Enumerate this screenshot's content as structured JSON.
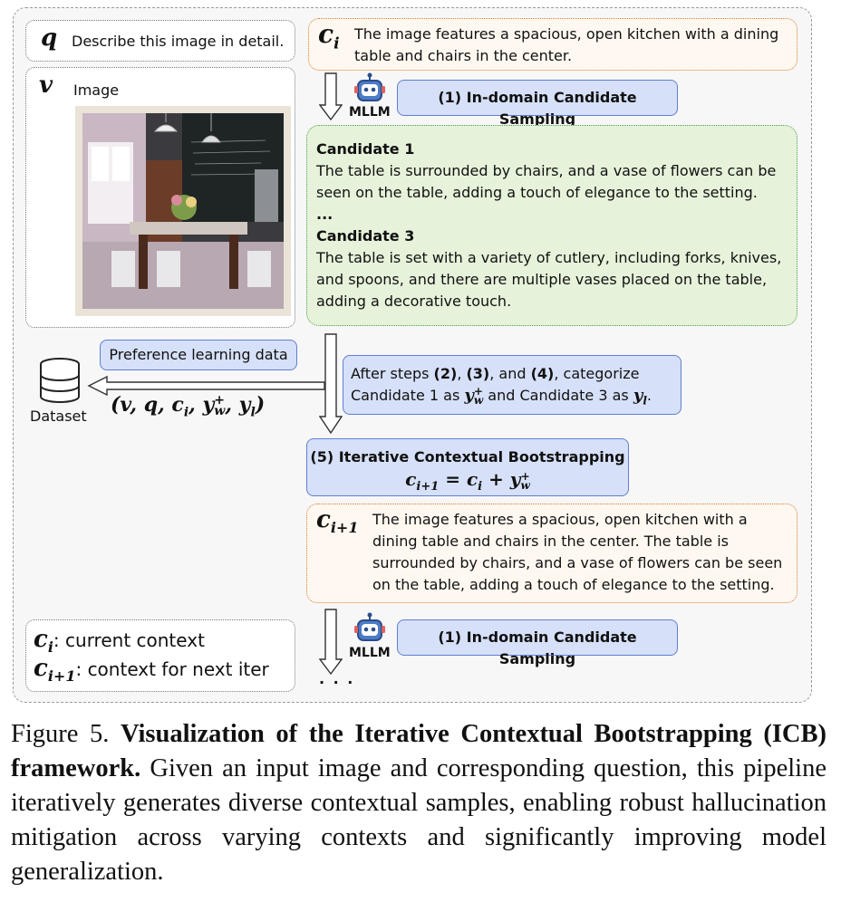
{
  "q_box": {
    "symbol": "q",
    "text": "Describe this image in detail."
  },
  "v_box": {
    "symbol": "v",
    "label": "Image"
  },
  "ci_box": {
    "symbol": "c",
    "sub": "i",
    "text": "The image features a spacious, open kitchen with a dining table and chairs in the center."
  },
  "mllm": {
    "label": "MLLM"
  },
  "sampling": {
    "label": "(1) In-domain Candidate Sampling"
  },
  "candidates": {
    "c1_title": "Candidate 1",
    "c1_text": "The table is surrounded by chairs, and a vase of flowers can be seen on the table, adding a touch of elegance to the setting.",
    "ellipsis": "...",
    "c3_title": "Candidate 3",
    "c3_text": "The table is set with a variety of cutlery, including forks, knives, and spoons, and there are multiple vases placed on the table, adding a decorative touch."
  },
  "pref": {
    "label": "Preference learning data"
  },
  "dataset": {
    "label": "Dataset",
    "tuple": "(v, q, c",
    "tuple_i": "i",
    "tuple_y": ", y",
    "tuple_w": "w",
    "tuple_plus": "+",
    "tuple_l": ", y",
    "tuple_ls": "l",
    "tuple_end": ")"
  },
  "steps": {
    "p1": "After steps ",
    "s2": "(2)",
    "c1": ", ",
    "s3": "(3)",
    "c2": ", and ",
    "s4": "(4)",
    "p2": ", categorize",
    "p3": "Candidate 1 as ",
    "yw": "y",
    "yw_sub": "w",
    "yw_sup": "+",
    "p4": " and Candidate 3 as ",
    "yl": "y",
    "yl_sub": "l",
    "p5": "."
  },
  "icb": {
    "title": "(5) Iterative Contextual Bootstrapping",
    "eq_c": "c",
    "eq_sub": "i+1",
    "eq_eq": " = c",
    "eq_sub2": "i",
    "eq_plus": " + y",
    "eq_w": "w",
    "eq_sup": "+"
  },
  "cnext_box": {
    "symbol": "c",
    "sub": "i+1",
    "text": "The image features a spacious, open kitchen with a dining table and chairs in the center. The table is surrounded by chairs, and a vase of flowers can be seen on the table, adding a touch of elegance to the setting."
  },
  "legend": {
    "ci_sub": "i",
    "ci_text": ": current context",
    "cn_sub": "i+1",
    "cn_text": ": context for next iter"
  },
  "bottom": {
    "mllm": "MLLM",
    "sampling": "(1) In-domain Candidate Sampling",
    "dots": "· · ·"
  },
  "caption": {
    "prefix": "Figure 5.  ",
    "bold": "Visualization of the Iterative Contextual Bootstrapping (ICB) framework.",
    "rest": "  Given an input image and corresponding question, this pipeline iteratively generates diverse contextual samples, enabling robust hallucination mitigation across varying contexts and significantly improving model generalization."
  }
}
